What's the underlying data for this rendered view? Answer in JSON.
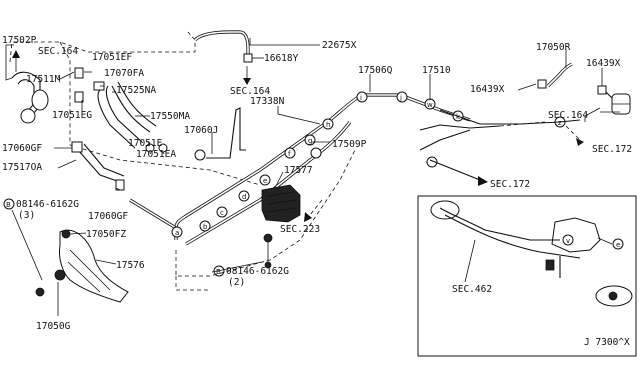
{
  "diagram": {
    "part_labels": {
      "p17502P": "17502P",
      "p17511M": "17511M",
      "p17051EF": "17051EF",
      "p17070FA": "17070FA",
      "p17525NA": "17525NA",
      "p17051EG": "17051EG",
      "p17550MA": "17550MA",
      "p17060GF_l": "17060GF",
      "p17051E": "17051E",
      "p17051EA": "17051EA",
      "p17517OA": "17517OA",
      "p17060GF_r": "17060GF",
      "p17050FZ": "17050FZ",
      "p17576": "17576",
      "p17050G": "17050G",
      "p22675X": "22675X",
      "p16618Y": "16618Y",
      "p17338N": "17338N",
      "p17060J": "17060J",
      "p17577": "17577",
      "p17506Q": "17506Q",
      "p17510": "17510",
      "p17509P": "17509P",
      "p17050R": "17050R",
      "p16439X_a": "16439X",
      "p16439X_b": "16439X",
      "bolt1": "08146-6162G",
      "bolt1_qty": "(3)",
      "bolt2": "08146-6162G",
      "bolt2_qty": "(2)",
      "bolt_symbol": "B"
    },
    "section_refs": {
      "sec164_a": "SEC.164",
      "sec164_b": "SEC.164",
      "sec164_c": "SEC.164",
      "sec172_a": "SEC.172",
      "sec172_b": "SEC.172",
      "sec223": "SEC.223",
      "sec462": "SEC.462"
    },
    "pipe_markers": [
      "a",
      "b",
      "c",
      "d",
      "e",
      "f",
      "g",
      "h",
      "i",
      "j",
      "k",
      "w",
      "z",
      "v",
      "e"
    ],
    "drawing_number": "J 7300^X"
  }
}
